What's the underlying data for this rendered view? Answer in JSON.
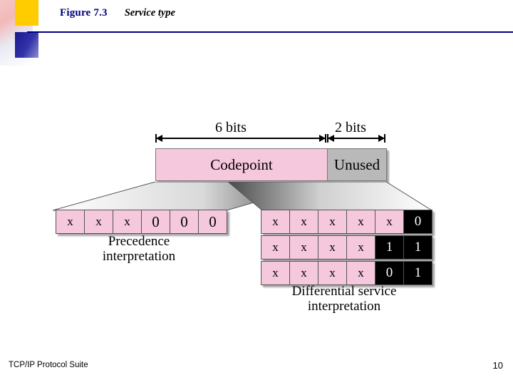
{
  "header": {
    "figure_label": "Figure 7.3",
    "figure_title": "Service type"
  },
  "figure": {
    "bits_labels": [
      {
        "text": "6 bits"
      },
      {
        "text": "2 bits"
      }
    ],
    "boxes": [
      {
        "label": "Codepoint"
      },
      {
        "label": "Unused"
      }
    ],
    "left_row": [
      "x",
      "x",
      "x",
      "0",
      "0",
      "0"
    ],
    "left_caption_line1": "Precedence",
    "left_caption_line2": "interpretation",
    "right_rows": [
      [
        "x",
        "x",
        "x",
        "x",
        "x",
        "0"
      ],
      [
        "x",
        "x",
        "x",
        "x",
        "1",
        "1"
      ],
      [
        "x",
        "x",
        "x",
        "x",
        "0",
        "1"
      ]
    ],
    "right_caption_line1": "Differential service",
    "right_caption_line2": "interpretation"
  },
  "footer": {
    "course": "TCP/IP Protocol Suite",
    "page": "10"
  },
  "colors": {
    "title_blue": "#000080",
    "codepoint_pink": "#f6c8dd",
    "unused_gray": "#b9b9b9",
    "accent_yellow": "#ffcc00"
  }
}
